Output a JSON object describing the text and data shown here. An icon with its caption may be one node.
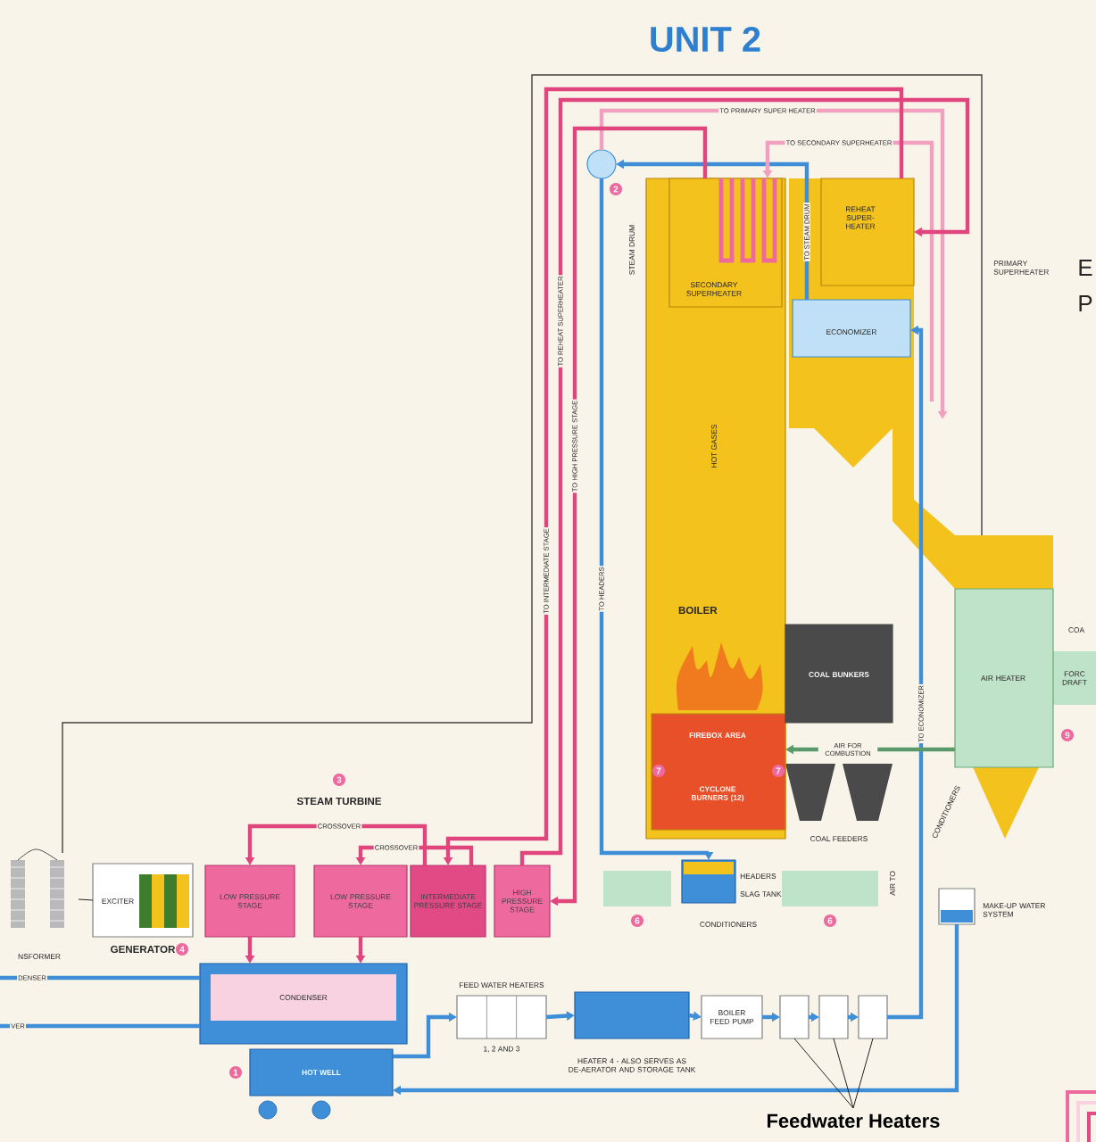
{
  "diagram": {
    "title": "UNIT 2",
    "nodes": [
      {
        "text": [
          "BOILER",
          "HOT GASES"
        ]
      },
      {
        "text": [
          "SECONDARY SUPERHEATER"
        ],
        "in": 0
      },
      {
        "text": [
          "REHEAT SUPER- HEATER"
        ]
      },
      {
        "text": [
          "ECONOMIZER"
        ]
      },
      {
        "text": [],
        "shape": "circle"
      },
      {
        "text": [
          "FIREBOX AREA",
          "CYCLONE BURNERS (12)"
        ],
        "in": 0
      },
      {
        "text": [
          "COAL BUNKERS"
        ]
      },
      {
        "text": [
          "AIR HEATER"
        ]
      },
      {
        "text": [
          "NSFORMER"
        ]
      },
      {
        "text": [
          "EXCITER",
          "GENERATOR"
        ]
      },
      {
        "text": [
          "LOW PRESSURE STAGE"
        ]
      },
      {
        "text": [
          "LOW PRESSURE STAGE"
        ]
      },
      {
        "text": [
          "INTERMEDIATE PRESSURE STAGE"
        ]
      },
      {
        "text": [
          "HIGH PRESSURE STAGE"
        ]
      },
      {
        "text": [
          "CONDENSER"
        ]
      },
      {
        "text": [
          "HOT WELL"
        ]
      },
      {
        "text": [
          "FEED WATER HEATERS",
          "1, 2 AND 3"
        ]
      },
      {
        "text": [
          "HEATER 4 - ALSO SERVES AS DE-AERATOR AND STORAGE TANK"
        ]
      },
      {
        "text": [
          "BOILER FEED PUMP"
        ]
      },
      {
        "text": [],
        "shape": "box"
      },
      {
        "text": [],
        "shape": "box"
      },
      {
        "text": [],
        "shape": "box"
      },
      {
        "text": [
          "Feedwater Heaters"
        ]
      },
      {
        "text": [
          "SLAG TANK"
        ],
        "beside": [
          "HEADERS"
        ]
      },
      {
        "text": [],
        "shape": "box",
        "beside": [
          "MAKE-UP WATER SYSTEM"
        ]
      }
    ],
    "edges": [
      {
        "from": 15,
        "to": 16,
        "arrow": "to"
      },
      {
        "from": 16,
        "to": 17,
        "arrow": "to"
      },
      {
        "from": 17,
        "to": 18,
        "arrow": "to"
      },
      {
        "from": 18,
        "to": 19,
        "arrow": "to"
      },
      {
        "from": 19,
        "to": 20,
        "arrow": "to"
      },
      {
        "from": 20,
        "to": 21,
        "arrow": "to"
      },
      {
        "from": 21,
        "to": 3,
        "arrow": "to",
        "label": "TO ECONOMIZER"
      },
      {
        "from": 3,
        "to": 4,
        "arrow": "to",
        "label": "TO STEAM DRUM"
      },
      {
        "from": 4,
        "to": 23,
        "arrow": "to",
        "label": "TO HEADERS"
      },
      {
        "from": 4,
        "to": null,
        "arrow": "to",
        "color": "#f2a0c0",
        "label": "TO PRIMARY SUPER HEATER"
      },
      {
        "from": null,
        "to": 1,
        "arrow": "to",
        "color": "#f2a0c0",
        "label": "TO SECONDARY SUPERHEATER"
      },
      {
        "from": 1,
        "to": 13,
        "arrow": "to",
        "color": "#e0457e",
        "label": "TO HIGH PRESSURE STAGE"
      },
      {
        "from": 13,
        "to": 2,
        "arrow": "to",
        "color": "#e0457e",
        "label": "TO REHEAT SUPERHEATER"
      },
      {
        "from": 2,
        "to": 12,
        "arrow": "to",
        "color": "#e0457e",
        "label": "TO INTERMEDIATE STAGE"
      },
      {
        "from": 12,
        "to": 10,
        "arrow": "to",
        "color": "#e0457e",
        "label": "CROSSOVER"
      },
      {
        "from": 12,
        "to": 11,
        "arrow": "to",
        "color": "#e0457e",
        "label": "CROSSOVER"
      },
      {
        "from": 10,
        "to": 14,
        "arrow": "to",
        "color": "#e0457e"
      },
      {
        "from": 11,
        "to": 14,
        "arrow": "to",
        "color": "#e0457e"
      },
      {
        "from": 7,
        "to": 5,
        "arrow": "to",
        "color": "#5a9a6a",
        "label": "AIR FOR COMBUSTION"
      },
      {
        "from": 9,
        "to": 8,
        "arrow": "none",
        "color": "#222222"
      },
      {
        "from": 24,
        "to": 15,
        "arrow": "to"
      },
      {
        "from": 22,
        "to": 19,
        "arrow": "none",
        "color": "#222222"
      },
      {
        "from": 22,
        "to": 20,
        "arrow": "none",
        "color": "#222222"
      },
      {
        "from": 22,
        "to": 21,
        "arrow": "none",
        "color": "#222222"
      },
      {
        "from": null,
        "to": 14,
        "arrow": "none",
        "label": "DENSER"
      },
      {
        "from": 14,
        "to": null,
        "arrow": "none",
        "label": "VER"
      }
    ],
    "labels": [
      "2",
      "STEAM DRUM",
      "PRIMARY SUPERHEATER",
      "E",
      "P",
      "COA",
      "FORC DRAFT",
      "9",
      "7",
      "7",
      "CONDITIONERS",
      "COAL FEEDERS",
      "3",
      "STEAM TURBINE",
      "AIR TO",
      "6",
      "CONDITIONERS",
      "6",
      "4",
      "1"
    ]
  }
}
